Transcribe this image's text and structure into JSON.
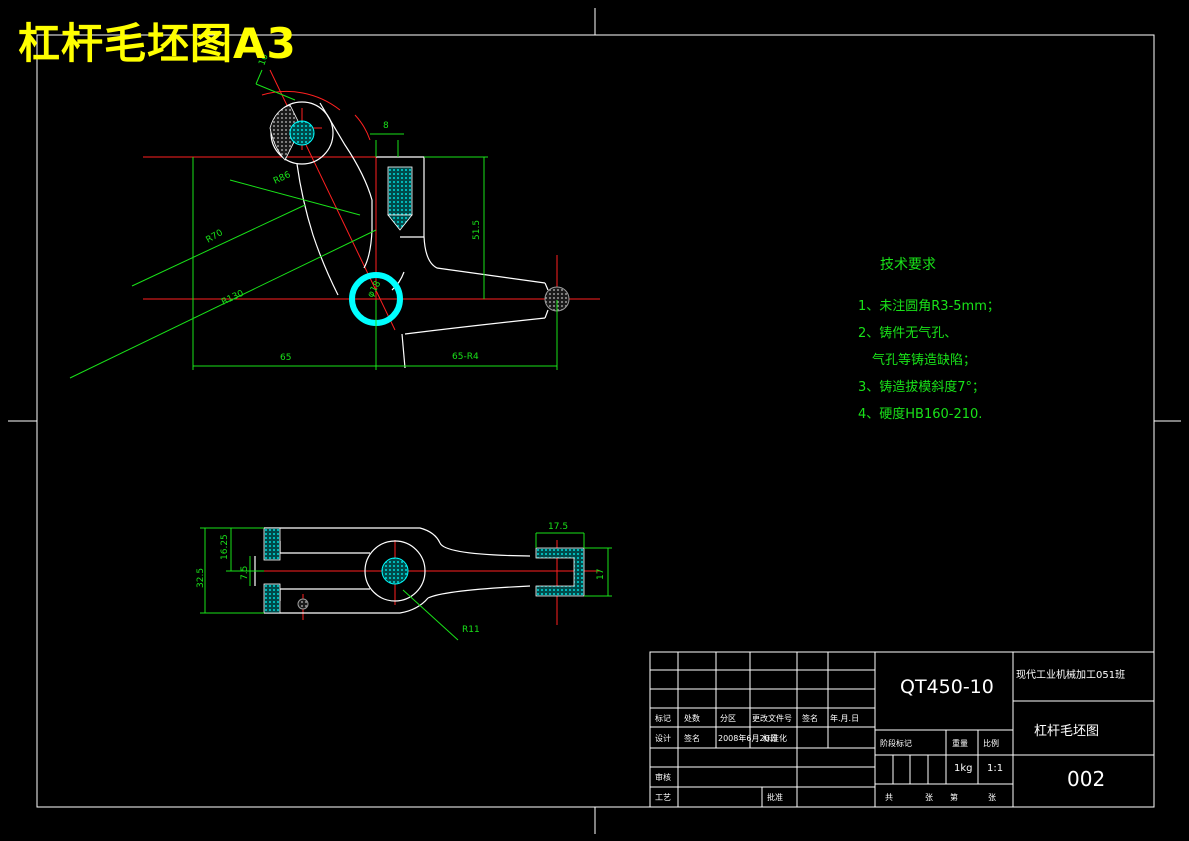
{
  "drawing": {
    "title": "杠杆毛坯图A3"
  },
  "dimensions": {
    "d10": "10",
    "d8": "8",
    "r86": "R86",
    "r70": "R70",
    "r130": "R130",
    "d51_5": "51.5",
    "phi18": "φ18",
    "d65": "65",
    "d65_r4": "65-R4",
    "d17_5": "17.5",
    "d16_25": "16.25",
    "d32_5": "32.5",
    "d7_5": "7.5",
    "d17": "17",
    "r11": "R11"
  },
  "technical_requirements": {
    "heading": "技术要求",
    "items": [
      "1、未注圆角R3-5mm；",
      "2、铸件无气孔、",
      "气孔等铸造缺陷；",
      "3、铸造拔模斜度7°；",
      "4、硬度HB160-210."
    ]
  },
  "title_block": {
    "material": "QT450-10",
    "school": "现代工业机械加工051班",
    "part_name": "杠杆毛坯图",
    "drawing_no": "002",
    "row_labels": [
      "标记",
      "处数",
      "分区",
      "更改文件号",
      "签名",
      "年.月.日"
    ],
    "design_row": [
      "设计",
      "签名",
      "2008年6月20日",
      "标准化"
    ],
    "review": "审核",
    "process": "工艺",
    "approve": "批准",
    "stage_header": [
      "阶段标记",
      "重量",
      "比例"
    ],
    "weight": "1kg",
    "scale": "1:1",
    "sheet_row": [
      "共",
      "张",
      "第",
      "张"
    ]
  }
}
